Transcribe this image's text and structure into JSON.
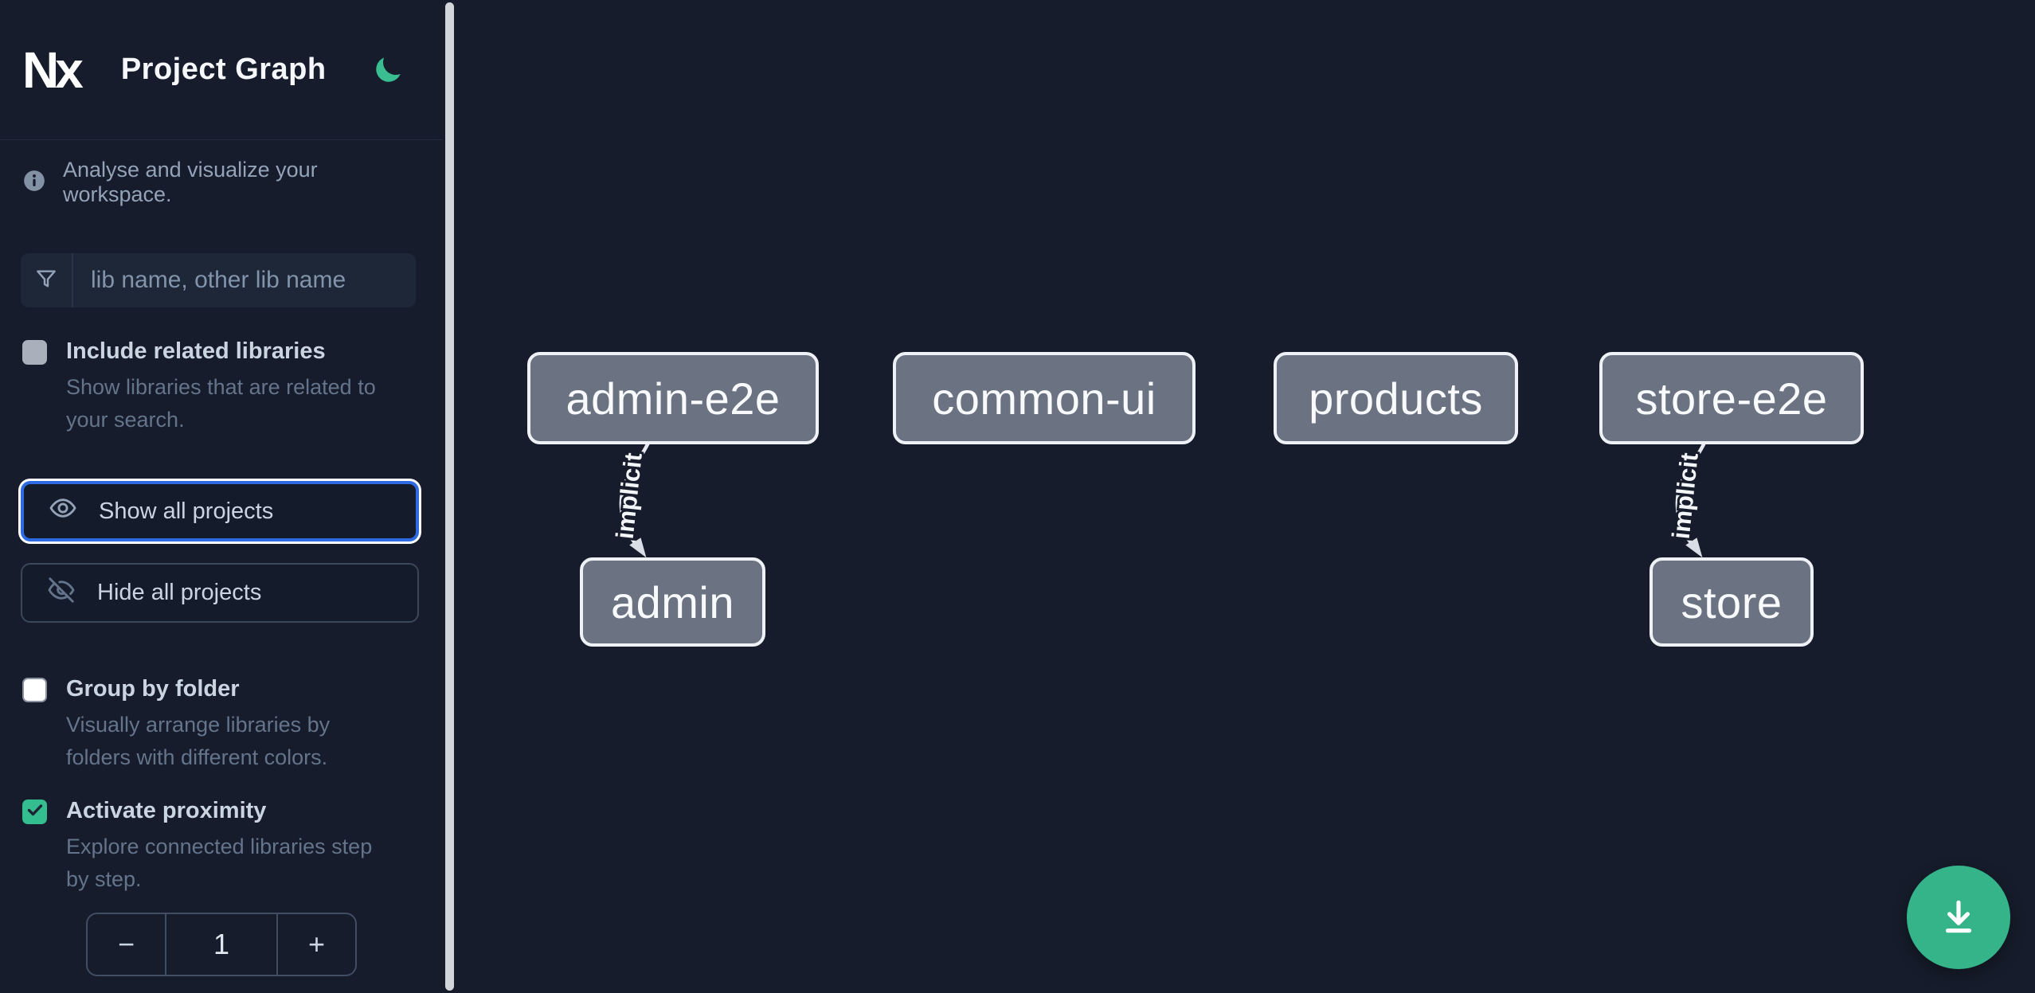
{
  "header": {
    "logo_text": "Nx",
    "title": "Project Graph"
  },
  "sidebar": {
    "tagline": "Analyse and visualize your workspace.",
    "search": {
      "placeholder": "lib name, other lib name",
      "value": ""
    },
    "include_related": {
      "label": "Include related libraries",
      "desc_line1": "Show libraries that are related to",
      "desc_line2": "your search.",
      "checked": false
    },
    "show_all_label": "Show all projects",
    "hide_all_label": "Hide all projects",
    "group_by_folder": {
      "label": "Group by folder",
      "desc_line1": "Visually arrange libraries by",
      "desc_line2": "folders with different colors.",
      "checked": false
    },
    "activate_proximity": {
      "label": "Activate proximity",
      "desc_line1": "Explore connected libraries step",
      "desc_line2": "by step.",
      "checked": true
    },
    "proximity_stepper": {
      "decrement_label": "−",
      "value": "1",
      "increment_label": "+"
    }
  },
  "graph": {
    "nodes": [
      {
        "label": "admin-e2e"
      },
      {
        "label": "common-ui"
      },
      {
        "label": "products"
      },
      {
        "label": "store-e2e"
      },
      {
        "label": "admin"
      },
      {
        "label": "store"
      }
    ],
    "edges": [
      {
        "source": "admin-e2e",
        "target": "admin",
        "label": "implicit"
      },
      {
        "source": "store-e2e",
        "target": "store",
        "label": "implicit"
      }
    ]
  },
  "icons": {
    "theme_toggle": "moon-icon",
    "search": "funnel-icon",
    "tagline": "info-icon",
    "show_all": "eye-icon",
    "hide_all": "eye-slash-icon",
    "proximity_checked": "check-icon",
    "fab": "download-icon"
  },
  "colors": {
    "background": "#161c2b",
    "input_background": "#1e2737",
    "accent_green": "#34bd8e",
    "fab_green": "#35b389",
    "focus_blue": "#2e6be2",
    "node_fill": "#6b7383",
    "node_border": "#eef2f7",
    "edge_stroke": "#e6eaf0",
    "text_primary": "#f5f7fa",
    "text_label": "#cbd5e1",
    "text_muted": "#64748b"
  }
}
